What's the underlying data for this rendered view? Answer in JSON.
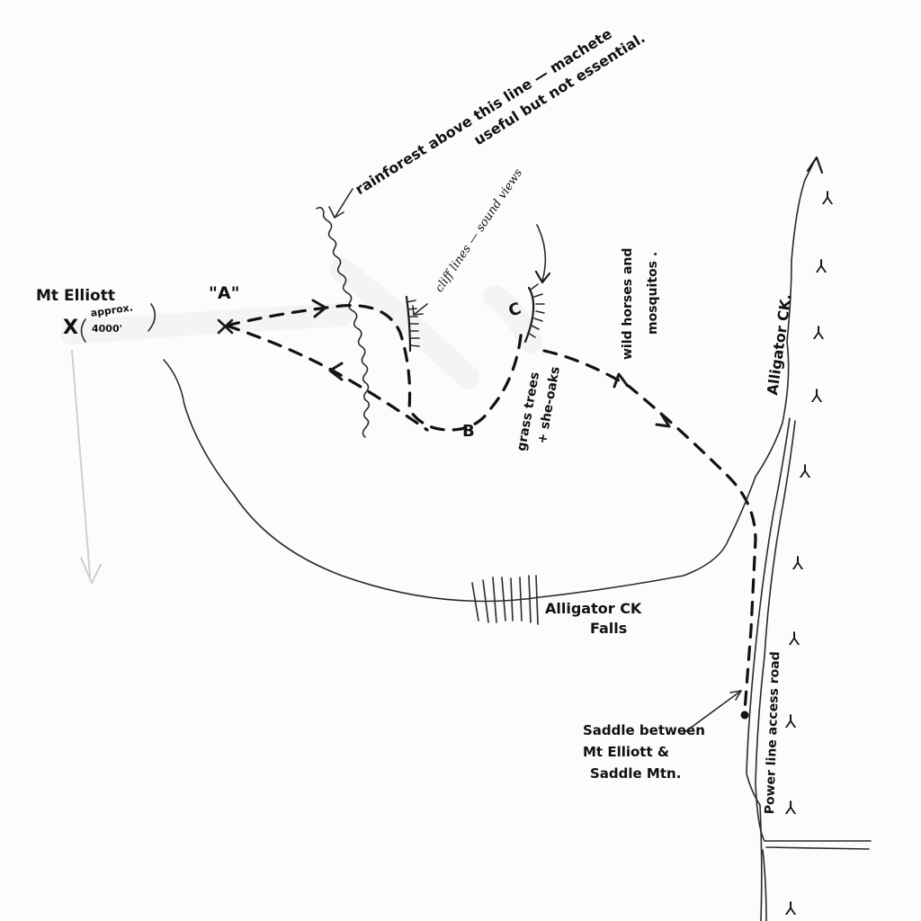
{
  "map": {
    "title": "Hand-drawn route sketch: Mt Elliott via Alligator Creek",
    "ink_color": "#1a1a1a",
    "paper_color": "#fcfcfc"
  },
  "labels": {
    "mt_elliott": "Mt Elliott",
    "mt_elliott_x": "X",
    "mt_elliott_approx_line1": "approx.",
    "mt_elliott_approx_line2": "4000'",
    "point_a": "\"A\"",
    "point_a_x": "×",
    "point_b": "B",
    "point_c": "C",
    "rainforest_line1": "rainforest above this line — machete",
    "rainforest_line2": "useful but not essential.",
    "cliff_lines": "cliff lines — sound views",
    "grass_trees_line1": "grass trees",
    "grass_trees_line2": "+ she-oaks",
    "wild_horses_line1": "wild horses and",
    "wild_horses_line2": "mosquitos .",
    "alligator_ck": "Alligator CK.",
    "falls_line1": "Alligator CK",
    "falls_line2": "Falls",
    "saddle_line1": "Saddle between",
    "saddle_line2": "Mt Elliott &",
    "saddle_line3": "Saddle Mtn.",
    "power_line_road": "Power line access road"
  },
  "symbols": {
    "tree_glyph": "⅄",
    "tree_icons_count": 9
  },
  "legend_implied": {
    "dashed_line": "walking route",
    "wavy_line": "rainforest boundary",
    "hatched_line": "cliff lines",
    "double_line": "road",
    "tree_glyph": "power line pylons"
  }
}
